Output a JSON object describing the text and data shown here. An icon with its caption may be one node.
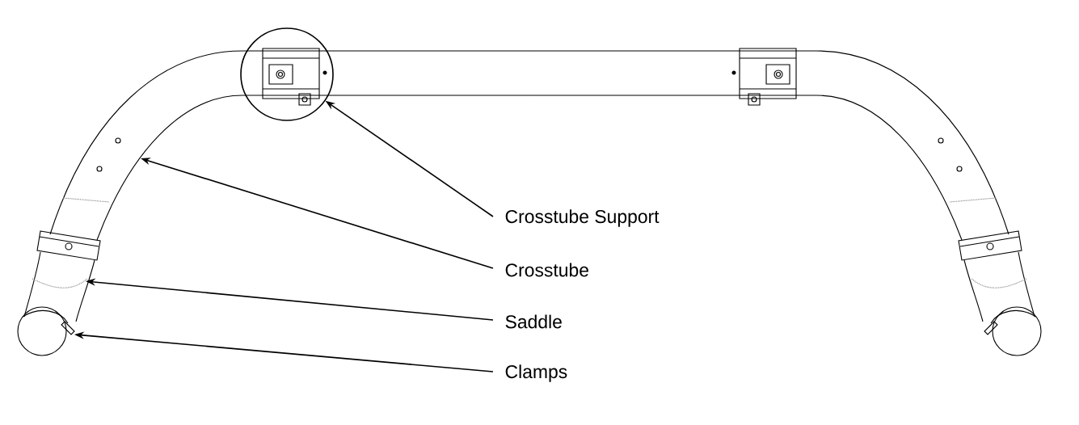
{
  "diagram": {
    "nodes": [
      {
        "text": [
          "Crosstube Support"
        ]
      },
      {
        "text": [
          "Crosstube"
        ]
      },
      {
        "text": [
          "Saddle"
        ]
      },
      {
        "text": [
          "Clamps"
        ]
      },
      {
        "text": [],
        "shape": "circle"
      }
    ],
    "edges": [
      {
        "from": 0,
        "to": 4,
        "arrow": "to"
      },
      {
        "from": 1,
        "to": null,
        "arrow": "to"
      },
      {
        "from": 2,
        "to": null,
        "arrow": "to"
      },
      {
        "from": 3,
        "to": null,
        "arrow": "to"
      }
    ]
  }
}
